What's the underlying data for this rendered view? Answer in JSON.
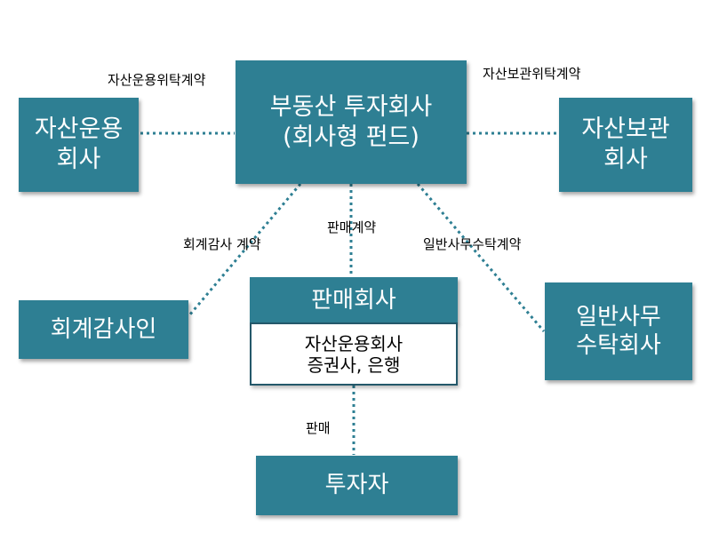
{
  "nodes": {
    "fund": "부동산 투자회사\n(회사형 펀드)",
    "asset_mgmt": "자산운용\n회사",
    "custody": "자산보관\n회사",
    "auditor": "회계감사인",
    "sales": "판매회사",
    "sales_detail": "자산운용회사\n증권사, 은행",
    "admin": "일반사무\n수탁회사",
    "investor": "투자자"
  },
  "edges": {
    "asset_mgmt_contract": "자산운용위탁계약",
    "custody_contract": "자산보관위탁계약",
    "audit_contract": "회계감사 계약",
    "sales_contract": "판매계약",
    "admin_contract": "일반사무수탁계약",
    "sale": "판매"
  },
  "colors": {
    "box_fill": "#2e7f93",
    "line": "#2e7f93"
  }
}
